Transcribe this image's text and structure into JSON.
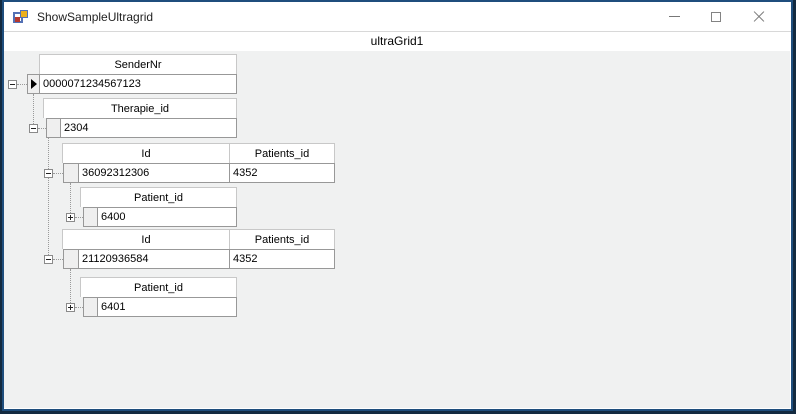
{
  "window": {
    "title": "ShowSampleUltragrid",
    "app_icon": "winforms-app-icon",
    "controls": [
      {
        "name": "minimize",
        "icon": "minimize-icon"
      },
      {
        "name": "maximize",
        "icon": "maximize-icon"
      },
      {
        "name": "close",
        "icon": "close-icon"
      }
    ]
  },
  "grid": {
    "caption": "ultraGrid1",
    "bands": [
      {
        "level": 0,
        "expand_state": "expanded",
        "row_selector": "active",
        "columns": [
          {
            "header": "SenderNr",
            "value": "0000071234567123"
          }
        ]
      },
      {
        "level": 1,
        "expand_state": "expanded",
        "row_selector": "normal",
        "columns": [
          {
            "header": "Therapie_id",
            "value": "2304"
          }
        ]
      },
      {
        "level": 2,
        "expand_state": "expanded",
        "row_selector": "normal",
        "columns": [
          {
            "header": "Id",
            "value": "36092312306"
          },
          {
            "header": "Patients_id",
            "value": "4352"
          }
        ]
      },
      {
        "level": 3,
        "expand_state": "collapsed",
        "row_selector": "normal",
        "columns": [
          {
            "header": "Patient_id",
            "value": "6400"
          }
        ]
      },
      {
        "level": 2,
        "expand_state": "expanded",
        "row_selector": "normal",
        "columns": [
          {
            "header": "Id",
            "value": "21120936584"
          },
          {
            "header": "Patients_id",
            "value": "4352"
          }
        ]
      },
      {
        "level": 3,
        "expand_state": "collapsed",
        "row_selector": "normal",
        "columns": [
          {
            "header": "Patient_id",
            "value": "6401"
          }
        ]
      }
    ]
  },
  "colors": {
    "window_border": "#132a40",
    "window_border_accent": "#1f4e7d",
    "titlebar_bg": "#ffffff",
    "grid_bg": "#f0f1f1",
    "cell_bg": "#ffffff",
    "cell_border": "#989898",
    "header_border": "#c8c8c8",
    "tree_connector": "#9a9a9a",
    "active_row_indicator": "#000000"
  }
}
